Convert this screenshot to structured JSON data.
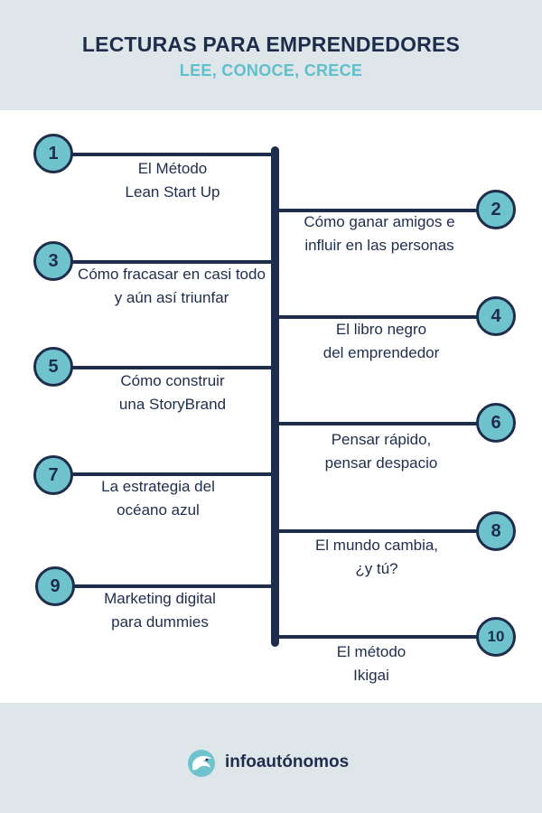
{
  "header": {
    "title": "LECTURAS PARA EMPRENDEDORES",
    "subtitle": "LEE, CONOCE, CRECE"
  },
  "books": [
    {
      "number": "1",
      "line1": "El Método",
      "line2": "Lean Start Up"
    },
    {
      "number": "2",
      "line1": "Cómo ganar amigos e",
      "line2": "influir en las personas"
    },
    {
      "number": "3",
      "line1": "Cómo fracasar en casi todo",
      "line2": "y aún así triunfar"
    },
    {
      "number": "4",
      "line1": "El libro negro",
      "line2": "del emprendedor"
    },
    {
      "number": "5",
      "line1": "Cómo construir",
      "line2": "una StoryBrand"
    },
    {
      "number": "6",
      "line1": "Pensar rápido,",
      "line2": "pensar despacio"
    },
    {
      "number": "7",
      "line1": "La estrategia del",
      "line2": "océano azul"
    },
    {
      "number": "8",
      "line1": "El mundo cambia,",
      "line2": "¿y tú?"
    },
    {
      "number": "9",
      "line1": "Marketing digital",
      "line2": "para dummies"
    },
    {
      "number": "10",
      "line1": "El método",
      "line2": "Ikigai"
    }
  ],
  "footer": {
    "brand": "infoautónomos",
    "logo_icon": "dolphin-icon"
  },
  "colors": {
    "navy": "#1f2d4d",
    "teal": "#6fc3cc",
    "subtitle_teal": "#5fc0cb",
    "band_background": "#dfe6ea"
  }
}
